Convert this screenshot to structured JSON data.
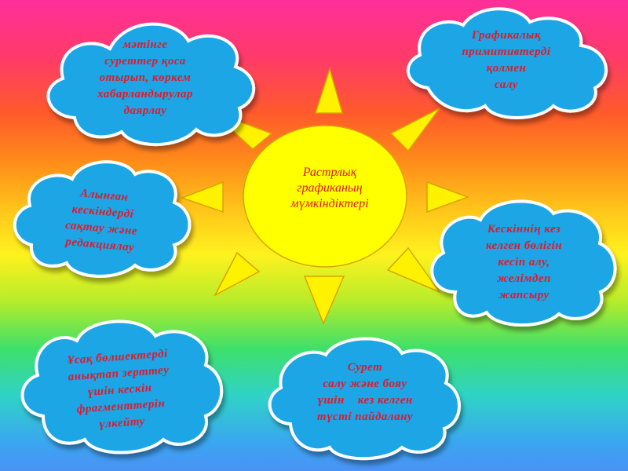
{
  "center": {
    "lines": [
      "Растрлық",
      "графиканың",
      "мүмкіндіктері"
    ]
  },
  "clouds": [
    {
      "id": "top-left",
      "lines": [
        "мәтінге",
        "суреттер қоса",
        "отырып, көркем",
        "хабарландырулар",
        "даярлау"
      ]
    },
    {
      "id": "top-right",
      "lines": [
        "Графикалық",
        "примитивтерді",
        "қолмен",
        "салу"
      ]
    },
    {
      "id": "mid-left",
      "lines": [
        "Алынған",
        "кескіндерді",
        "сақтау және",
        "редакциялау"
      ]
    },
    {
      "id": "mid-right",
      "lines": [
        "Кескіннің кез",
        "келген бөлігін",
        "кесіп алу,",
        "желімдеп",
        "жапсыру"
      ]
    },
    {
      "id": "bottom-left",
      "lines": [
        "Ұсақ бөлшектерді",
        "анықтап зерттеу",
        "үшін кескін",
        "фрагменттерін",
        "үлкейту"
      ]
    },
    {
      "id": "bottom-right",
      "lines": [
        "Сурет",
        "салу және бояу",
        "үшін    кез келген",
        "түсті пайдалану"
      ]
    }
  ],
  "colors": {
    "cloud_fill": "#1fa6e6",
    "cloud_stroke": "#ffffff",
    "ray_fill": "#fff200",
    "ray_stroke": "#d8a400",
    "center_fill": "#ffff00",
    "text": "#e01a2a"
  }
}
